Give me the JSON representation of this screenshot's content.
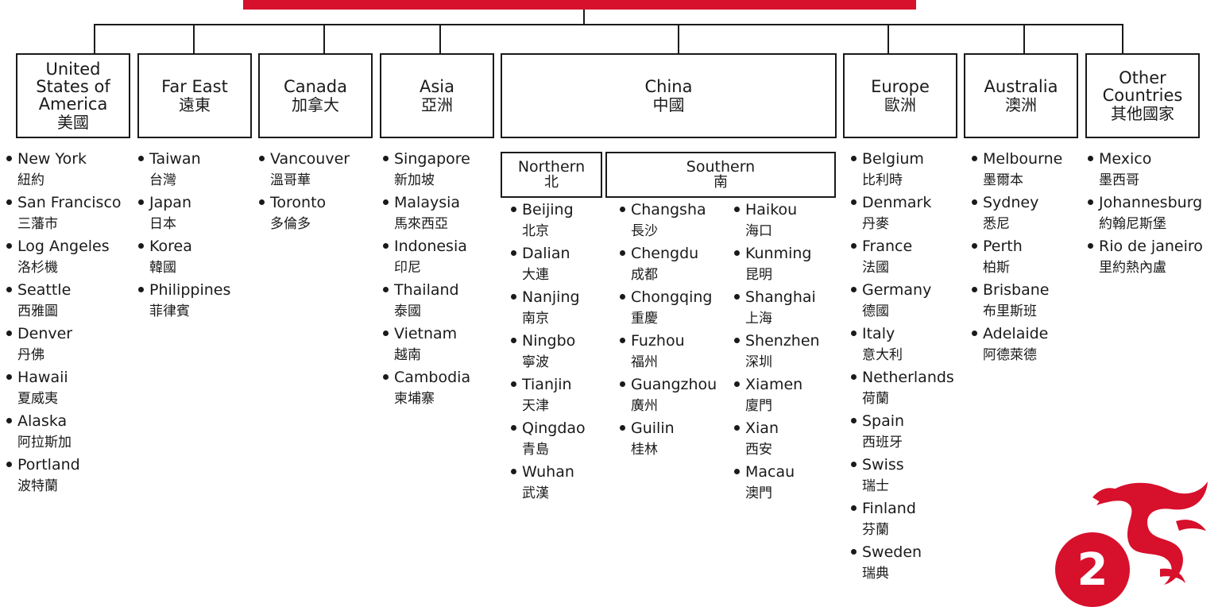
{
  "regions": [
    {
      "id": "usa",
      "en": "United States of America",
      "zh": "美國",
      "items": [
        {
          "en": "New York",
          "zh": "紐約"
        },
        {
          "en": "San Francisco",
          "zh": "三藩市"
        },
        {
          "en": "Log Angeles",
          "zh": "洛杉機"
        },
        {
          "en": "Seattle",
          "zh": "西雅圖"
        },
        {
          "en": "Denver",
          "zh": "丹佛"
        },
        {
          "en": "Hawaii",
          "zh": "夏威夷"
        },
        {
          "en": "Alaska",
          "zh": "阿拉斯加"
        },
        {
          "en": "Portland",
          "zh": "波特蘭"
        }
      ]
    },
    {
      "id": "fareast",
      "en": "Far East",
      "zh": "遠東",
      "items": [
        {
          "en": "Taiwan",
          "zh": "台灣"
        },
        {
          "en": "Japan",
          "zh": "日本"
        },
        {
          "en": "Korea",
          "zh": "韓國"
        },
        {
          "en": "Philippines",
          "zh": "菲律賓"
        }
      ]
    },
    {
      "id": "canada",
      "en": "Canada",
      "zh": "加拿大",
      "items": [
        {
          "en": "Vancouver",
          "zh": "溫哥華"
        },
        {
          "en": "Toronto",
          "zh": "多倫多"
        }
      ]
    },
    {
      "id": "asia",
      "en": "Asia",
      "zh": "亞洲",
      "items": [
        {
          "en": "Singapore",
          "zh": "新加坡"
        },
        {
          "en": "Malaysia",
          "zh": "馬來西亞"
        },
        {
          "en": "Indonesia",
          "zh": "印尼"
        },
        {
          "en": "Thailand",
          "zh": "泰國"
        },
        {
          "en": "Vietnam",
          "zh": "越南"
        },
        {
          "en": "Cambodia",
          "zh": "柬埔寨"
        }
      ]
    },
    {
      "id": "china",
      "en": "China",
      "zh": "中國",
      "northern": {
        "en": "Northern",
        "zh": "北",
        "items": [
          {
            "en": "Beijing",
            "zh": "北京"
          },
          {
            "en": "Dalian",
            "zh": "大連"
          },
          {
            "en": "Nanjing",
            "zh": "南京"
          },
          {
            "en": "Ningbo",
            "zh": "寧波"
          },
          {
            "en": "Tianjin",
            "zh": "天津"
          },
          {
            "en": "Qingdao",
            "zh": "青島"
          },
          {
            "en": "Wuhan",
            "zh": "武漢"
          }
        ]
      },
      "southern": {
        "en": "Southern",
        "zh": "南",
        "col1": [
          {
            "en": "Changsha",
            "zh": "長沙"
          },
          {
            "en": "Chengdu",
            "zh": "成都"
          },
          {
            "en": "Chongqing",
            "zh": "重慶"
          },
          {
            "en": "Fuzhou",
            "zh": "福州"
          },
          {
            "en": "Guangzhou",
            "zh": "廣州"
          },
          {
            "en": "Guilin",
            "zh": "桂林"
          }
        ],
        "col2": [
          {
            "en": "Haikou",
            "zh": "海口"
          },
          {
            "en": "Kunming",
            "zh": "昆明"
          },
          {
            "en": "Shanghai",
            "zh": "上海"
          },
          {
            "en": "Shenzhen",
            "zh": "深圳"
          },
          {
            "en": "Xiamen",
            "zh": "廈門"
          },
          {
            "en": "Xian",
            "zh": "西安"
          },
          {
            "en": "Macau",
            "zh": "澳門"
          }
        ]
      }
    },
    {
      "id": "europe",
      "en": "Europe",
      "zh": "歐洲",
      "items": [
        {
          "en": "Belgium",
          "zh": "比利時"
        },
        {
          "en": "Denmark",
          "zh": "丹麥"
        },
        {
          "en": "France",
          "zh": "法國"
        },
        {
          "en": "Germany",
          "zh": "德國"
        },
        {
          "en": "Italy",
          "zh": "意大利"
        },
        {
          "en": "Netherlands",
          "zh": "荷蘭"
        },
        {
          "en": "Spain",
          "zh": "西班牙"
        },
        {
          "en": "Swiss",
          "zh": "瑞士"
        },
        {
          "en": "Finland",
          "zh": "芬蘭"
        },
        {
          "en": "Sweden",
          "zh": "瑞典"
        }
      ]
    },
    {
      "id": "australia",
      "en": "Australia",
      "zh": "澳洲",
      "items": [
        {
          "en": "Melbourne",
          "zh": "墨爾本"
        },
        {
          "en": "Sydney",
          "zh": "悉尼"
        },
        {
          "en": "Perth",
          "zh": "柏斯"
        },
        {
          "en": "Brisbane",
          "zh": "布里斯班"
        },
        {
          "en": "Adelaide",
          "zh": "阿德萊德"
        }
      ]
    },
    {
      "id": "other",
      "en": "Other Countries",
      "zh": "其他國家",
      "items": [
        {
          "en": "Mexico",
          "zh": "墨西哥"
        },
        {
          "en": "Johannesburg",
          "zh": "約翰尼斯堡"
        },
        {
          "en": "Rio de janeiro",
          "zh": "里約熱內盧"
        }
      ]
    }
  ],
  "page_badge": "2",
  "colors": {
    "accent": "#d7102c",
    "ink": "#1a1a1a"
  },
  "icons": {
    "decoration": "dragon-icon"
  }
}
